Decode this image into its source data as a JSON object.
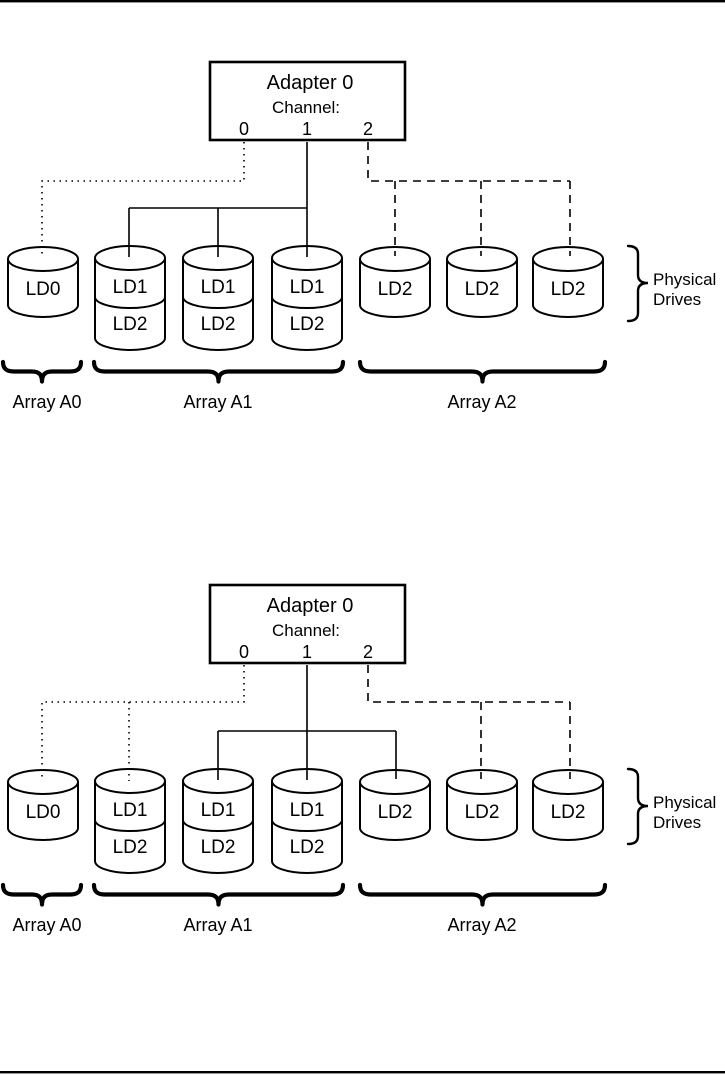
{
  "page": {
    "background": "#ffffff",
    "ink": "#000000",
    "top_rule": true,
    "bottom_rule": true
  },
  "diagrams": [
    {
      "adapter": {
        "title": "Adapter 0",
        "channel_heading": "Channel:",
        "channel_numbers": [
          "0",
          "1",
          "2"
        ]
      },
      "drive_labels": [
        "LD0",
        "LD1",
        "LD2",
        "LD1",
        "LD2",
        "LD1",
        "LD2",
        "LD2",
        "LD2",
        "LD2"
      ],
      "array_labels": [
        "Array A0",
        "Array A1",
        "Array A2"
      ],
      "side_brace_label": {
        "line1": "Physical",
        "line2": "Drives"
      },
      "connections": [
        {
          "channel": "0",
          "line_style": "dotted",
          "targets": [
            "Array A0 drive 1 (LD0)"
          ]
        },
        {
          "channel": "1",
          "line_style": "solid",
          "targets": [
            "Array A1 drive 1",
            "Array A1 drive 2",
            "Array A1 drive 3"
          ]
        },
        {
          "channel": "2",
          "line_style": "dashed",
          "targets": [
            "Array A2 drive 1",
            "Array A2 drive 2",
            "Array A2 drive 3"
          ]
        }
      ]
    },
    {
      "adapter": {
        "title": "Adapter 0",
        "channel_heading": "Channel:",
        "channel_numbers": [
          "0",
          "1",
          "2"
        ]
      },
      "drive_labels": [
        "LD0",
        "LD1",
        "LD2",
        "LD1",
        "LD2",
        "LD1",
        "LD2",
        "LD2",
        "LD2",
        "LD2"
      ],
      "array_labels": [
        "Array A0",
        "Array A1",
        "Array A2"
      ],
      "side_brace_label": {
        "line1": "Physical",
        "line2": "Drives"
      },
      "connections": [
        {
          "channel": "0",
          "line_style": "dotted",
          "targets": [
            "Array A0 drive 1 (LD0)",
            "Array A1 drive 1"
          ]
        },
        {
          "channel": "1",
          "line_style": "solid",
          "targets": [
            "Array A1 drive 2",
            "Array A1 drive 3",
            "Array A2 drive 1"
          ]
        },
        {
          "channel": "2",
          "line_style": "dashed",
          "targets": [
            "Array A2 drive 2",
            "Array A2 drive 3"
          ]
        }
      ]
    }
  ]
}
